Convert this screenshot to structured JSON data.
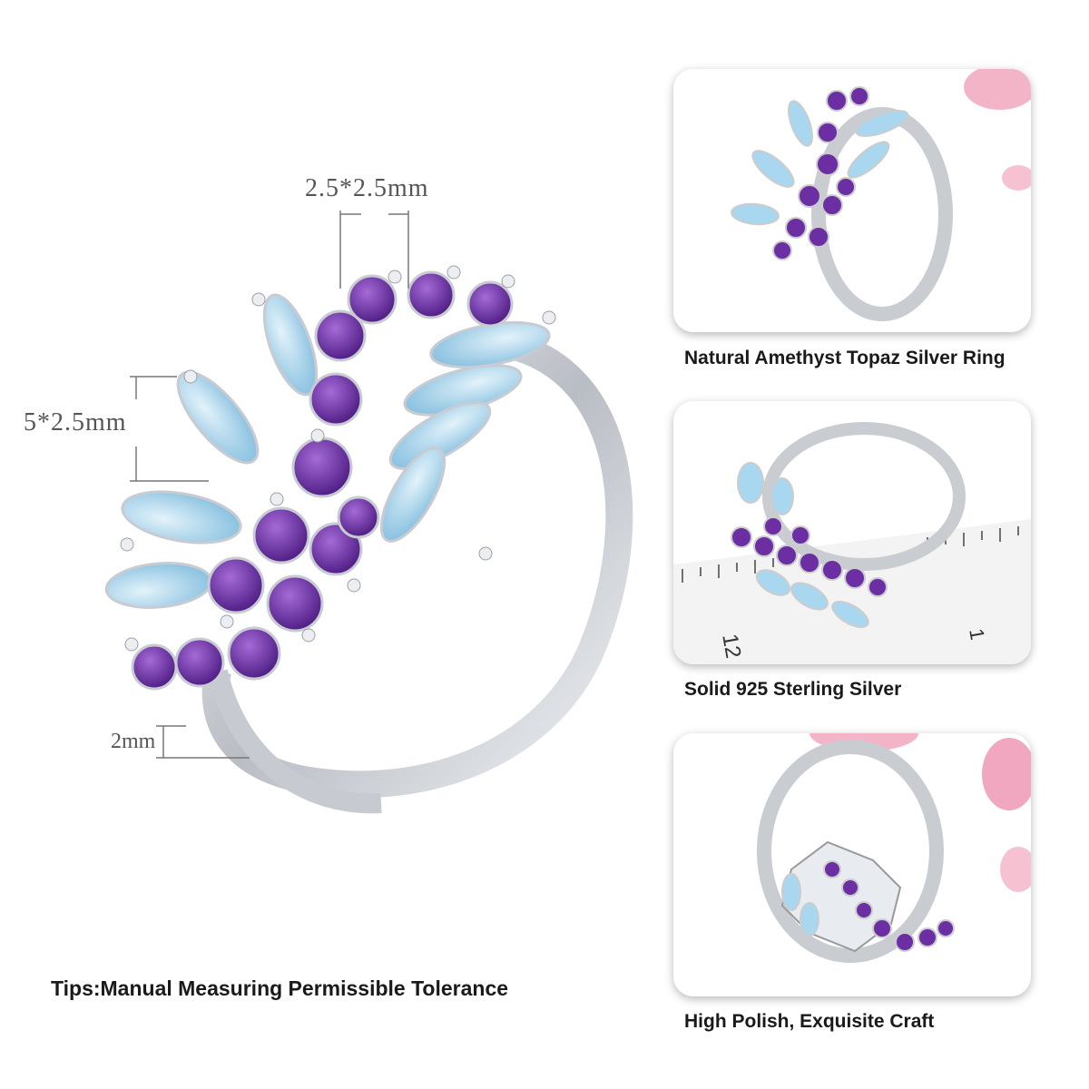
{
  "main": {
    "dim_top": "2.5*2.5mm",
    "dim_left": "5*2.5mm",
    "dim_band": "2mm",
    "tips": "Tips:Manual Measuring Permissible Tolerance"
  },
  "thumbnails": [
    {
      "caption": "Natural Amethyst Topaz Silver Ring"
    },
    {
      "caption": "Solid 925 Sterling Silver",
      "ruler_labels": [
        "12",
        "1"
      ]
    },
    {
      "caption": "High Polish, Exquisite Craft"
    }
  ],
  "colors": {
    "amethyst": "#6b2fa3",
    "topaz": "#a9d7ef",
    "silver": "#d8dbe0",
    "petal": "#f2a7c0"
  }
}
